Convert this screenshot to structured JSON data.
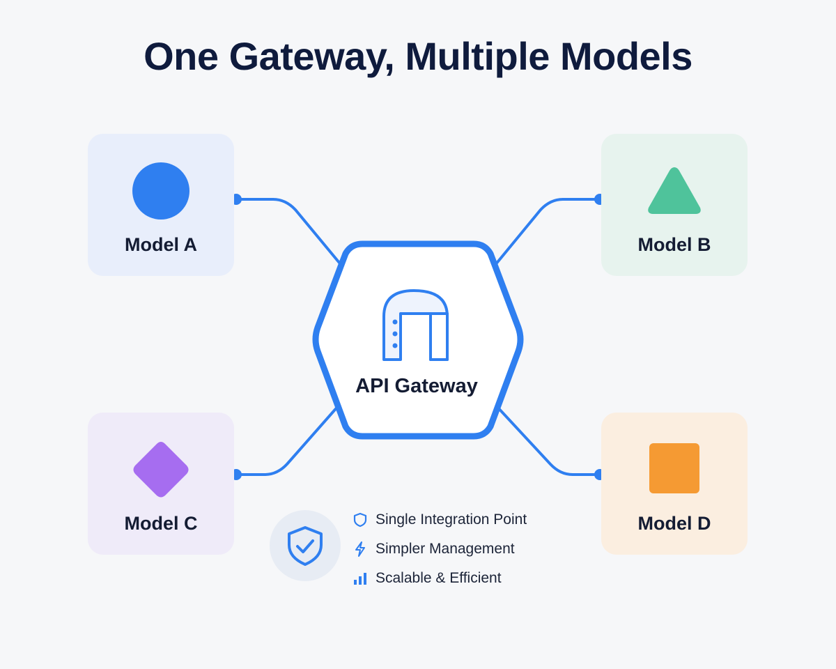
{
  "title": "One Gateway, Multiple Models",
  "gateway": {
    "label": "API Gateway",
    "icon": "gateway-arch-icon"
  },
  "models": [
    {
      "label": "Model A",
      "shape": "circle",
      "color": "#2f7ff0",
      "card_color": "#e8eefb"
    },
    {
      "label": "Model B",
      "shape": "triangle",
      "color": "#4fc39b",
      "card_color": "#e7f3ee"
    },
    {
      "label": "Model C",
      "shape": "diamond",
      "color": "#a66df0",
      "card_color": "#efebf9"
    },
    {
      "label": "Model D",
      "shape": "square",
      "color": "#f59a33",
      "card_color": "#fbeee0"
    }
  ],
  "benefits": [
    {
      "text": "Single Integration Point",
      "icon": "shield-icon"
    },
    {
      "text": "Simpler Management",
      "icon": "lightning-icon"
    },
    {
      "text": "Scalable & Efficient",
      "icon": "bar-chart-icon"
    }
  ],
  "colors": {
    "accent": "#2f7ff0",
    "title": "#0f1b3d",
    "background": "#f6f7f9"
  }
}
